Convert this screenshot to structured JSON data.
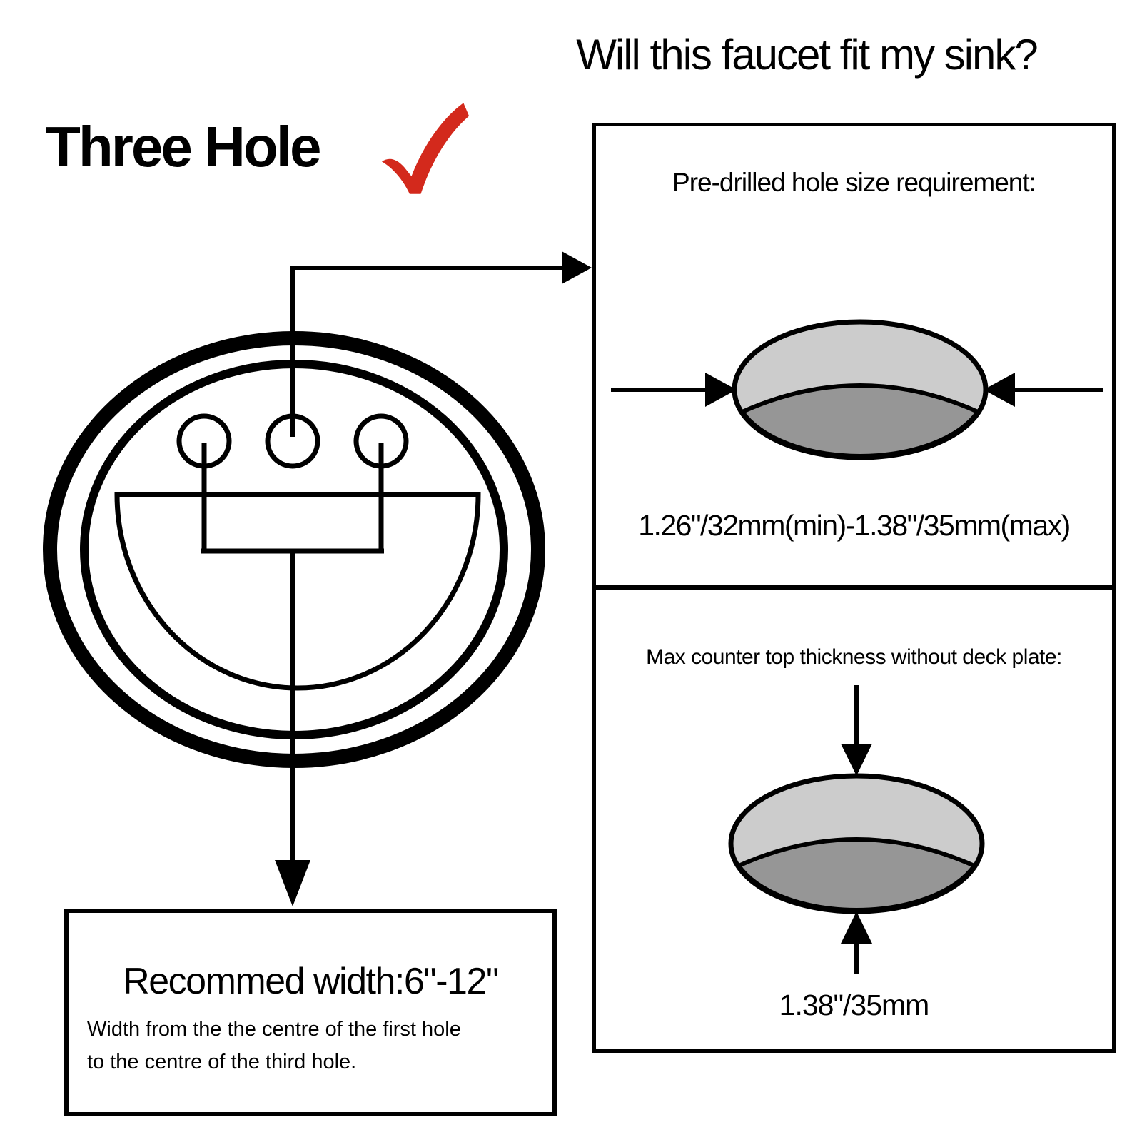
{
  "page": {
    "title": "Will this faucet fit my sink?"
  },
  "sink_type": {
    "label": "Three Hole",
    "check_icon": "red-check-mark",
    "check_color": "#d3291c",
    "hole_count": 3
  },
  "spec_panel": {
    "hole_size": {
      "heading": "Pre-drilled hole size requirement:",
      "measurement": "1.26\"/32mm(min)-1.38\"/35mm(max)"
    },
    "counter_thickness": {
      "heading": "Max counter top thickness without deck plate:",
      "measurement": "1.38\"/35mm"
    }
  },
  "width_box": {
    "title": "Recommed width:6\"-12\"",
    "note_line1": "Width from the the centre of the first hole",
    "note_line2": "to the centre of the third hole."
  },
  "diagram_colors": {
    "line": "#000000",
    "hole_inner_top": "#cccccc",
    "hole_inner_bottom": "#969696"
  }
}
